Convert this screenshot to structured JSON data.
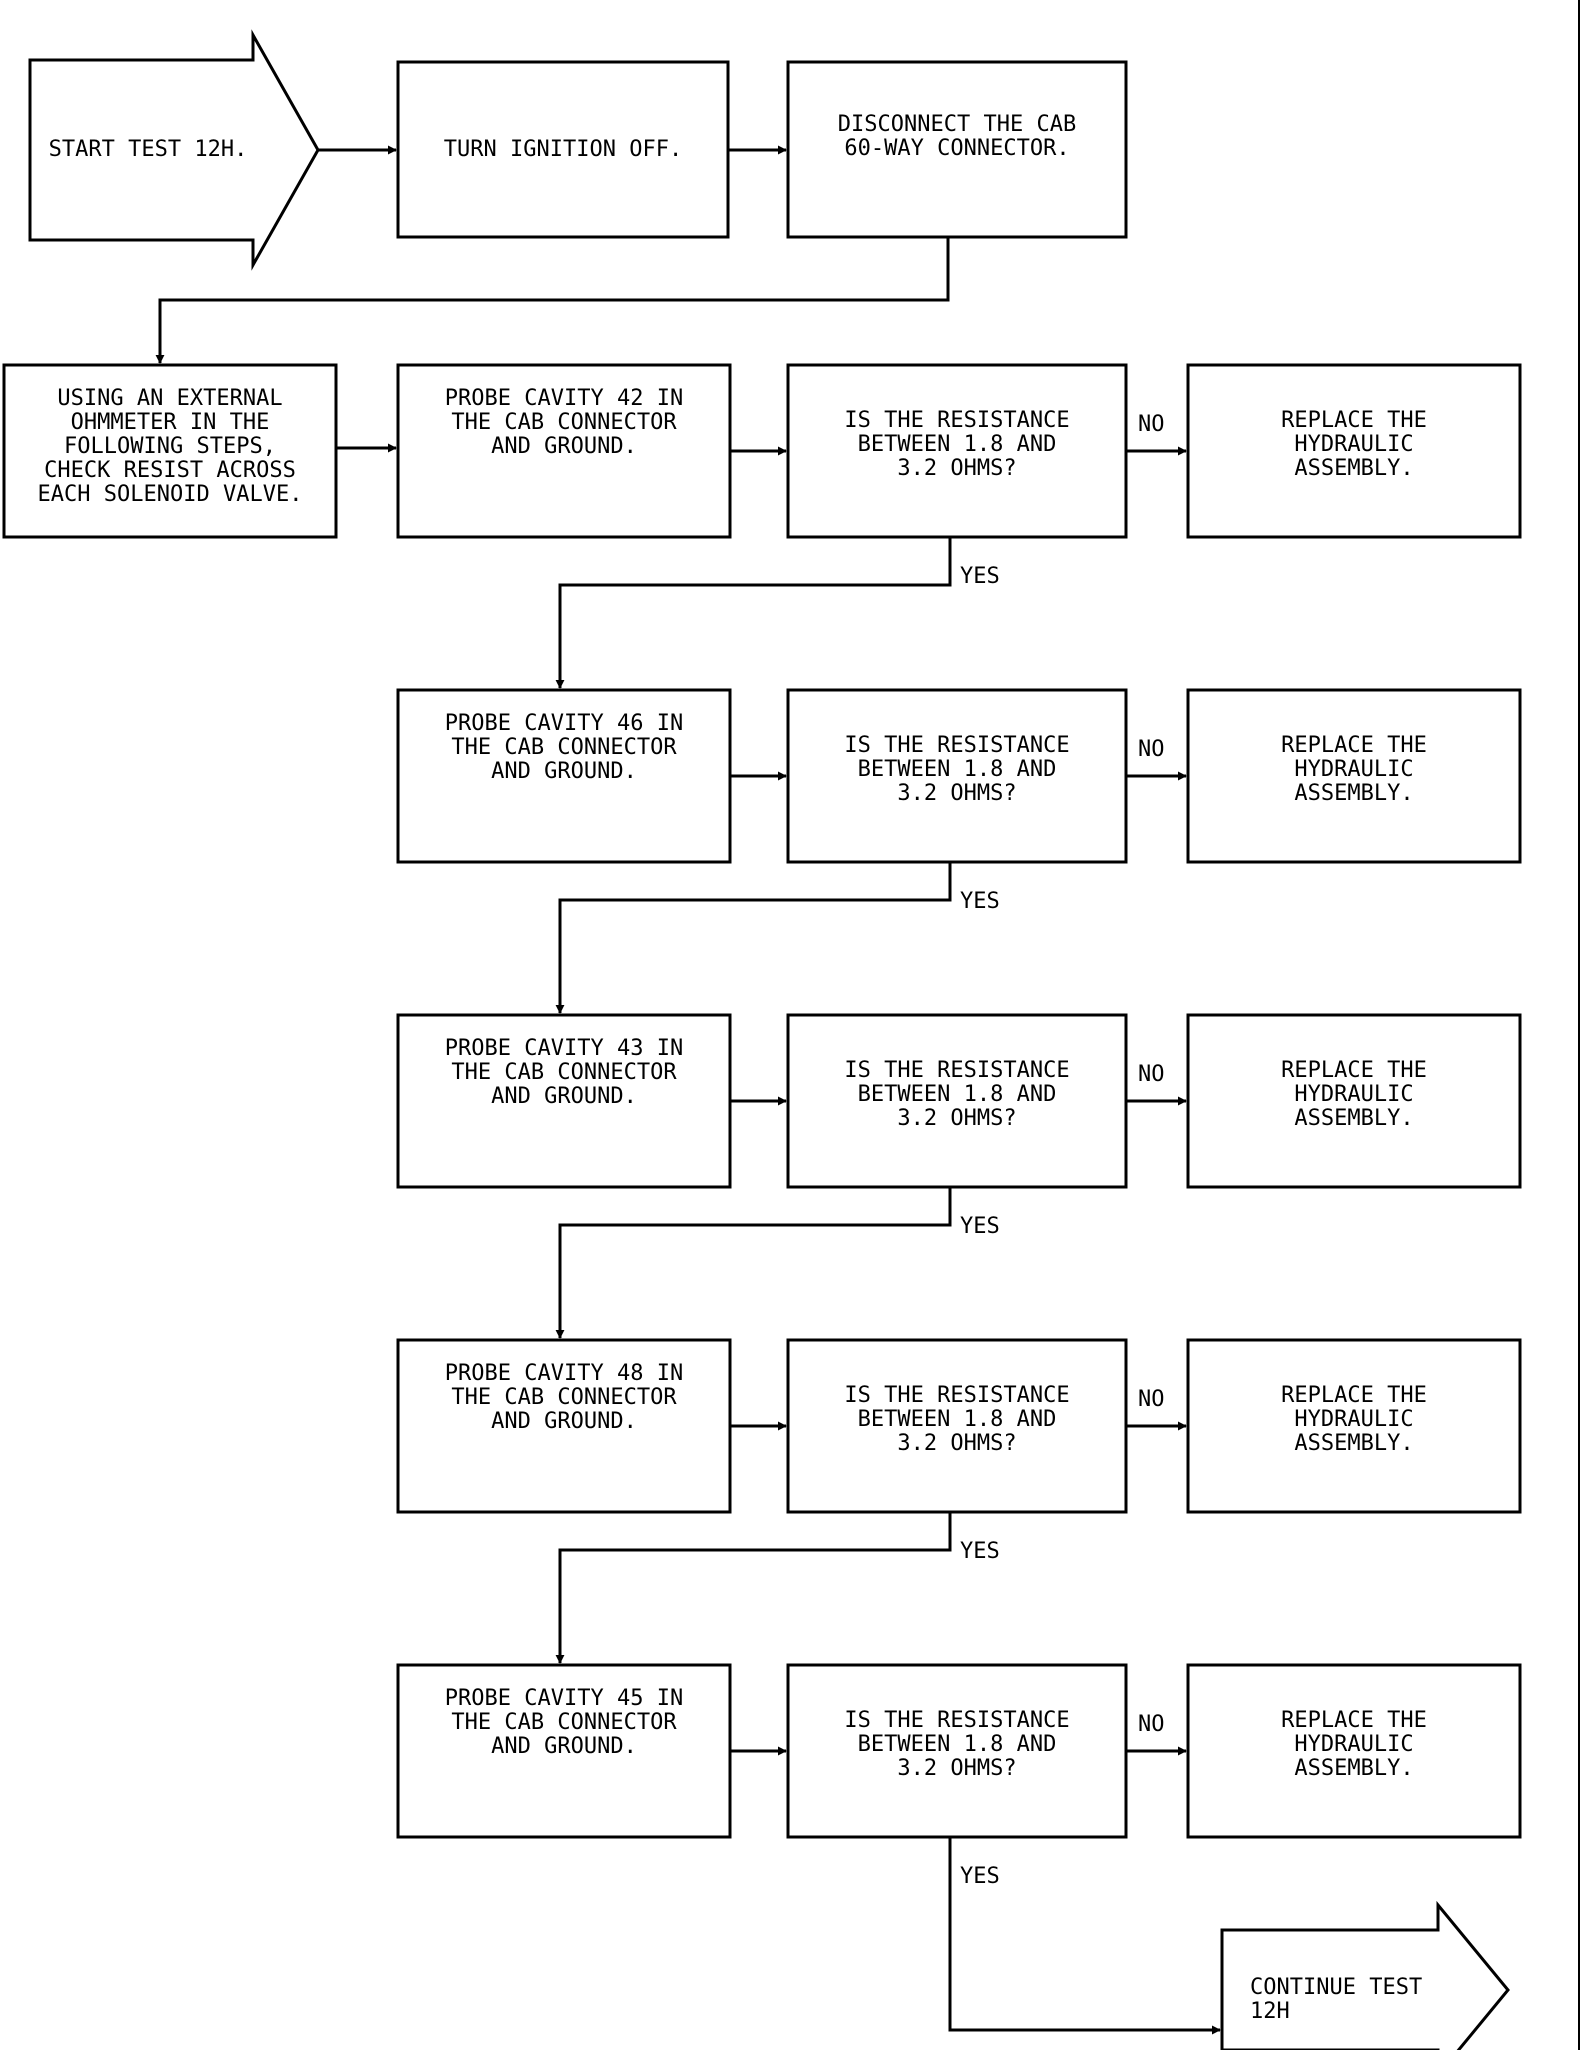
{
  "start": {
    "text": [
      "START TEST 12H."
    ]
  },
  "steps": [
    {
      "text": [
        "TURN IGNITION OFF."
      ]
    },
    {
      "text": [
        "DISCONNECT THE CAB",
        "60-WAY CONNECTOR."
      ]
    },
    {
      "text": [
        "USING AN EXTERNAL",
        "OHMMETER IN THE",
        "FOLLOWING STEPS,",
        "CHECK RESIST ACROSS",
        "EACH SOLENOID VALVE."
      ]
    }
  ],
  "rows": [
    {
      "probe": [
        "PROBE CAVITY 42 IN",
        "THE CAB CONNECTOR",
        "AND GROUND."
      ],
      "question": [
        "IS THE RESISTANCE",
        "BETWEEN 1.8 AND",
        "3.2 OHMS?"
      ],
      "action": [
        "REPLACE THE",
        "HYDRAULIC",
        "ASSEMBLY."
      ]
    },
    {
      "probe": [
        "PROBE CAVITY 46 IN",
        "THE CAB CONNECTOR",
        "AND GROUND."
      ],
      "question": [
        "IS THE RESISTANCE",
        "BETWEEN 1.8 AND",
        "3.2 OHMS?"
      ],
      "action": [
        "REPLACE THE",
        "HYDRAULIC",
        "ASSEMBLY."
      ]
    },
    {
      "probe": [
        "PROBE CAVITY 43 IN",
        "THE CAB CONNECTOR",
        "AND GROUND."
      ],
      "question": [
        "IS THE RESISTANCE",
        "BETWEEN 1.8 AND",
        "3.2 OHMS?"
      ],
      "action": [
        "REPLACE THE",
        "HYDRAULIC",
        "ASSEMBLY."
      ]
    },
    {
      "probe": [
        "PROBE CAVITY 48 IN",
        "THE CAB CONNECTOR",
        "AND GROUND."
      ],
      "question": [
        "IS THE RESISTANCE",
        "BETWEEN 1.8 AND",
        "3.2 OHMS?"
      ],
      "action": [
        "REPLACE THE",
        "HYDRAULIC",
        "ASSEMBLY."
      ]
    },
    {
      "probe": [
        "PROBE CAVITY 45 IN",
        "THE CAB CONNECTOR",
        "AND GROUND."
      ],
      "question": [
        "IS THE RESISTANCE",
        "BETWEEN 1.8 AND",
        "3.2 OHMS?"
      ],
      "action": [
        "REPLACE THE",
        "HYDRAULIC",
        "ASSEMBLY."
      ]
    }
  ],
  "labels": {
    "no": "NO",
    "yes": "YES"
  },
  "end": {
    "text": [
      "CONTINUE TEST",
      "12H"
    ]
  }
}
